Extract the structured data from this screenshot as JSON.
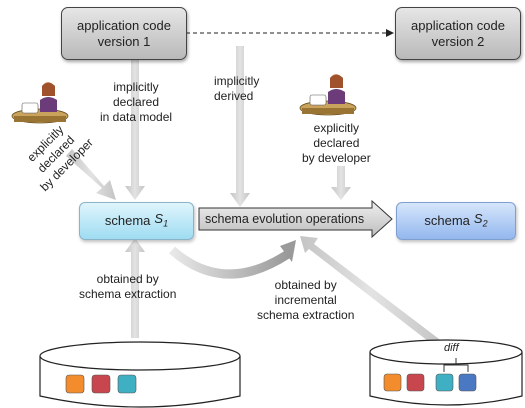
{
  "nodes": {
    "app_v1": {
      "line1": "application code",
      "line2": "version 1"
    },
    "app_v2": {
      "line1": "application code",
      "line2": "version 2"
    },
    "schema1": {
      "word": "schema",
      "symbol": "S",
      "subscript": "1"
    },
    "schema2": {
      "word": "schema",
      "symbol": "S",
      "subscript": "2"
    },
    "evolution_ops": "schema evolution operations"
  },
  "labels": {
    "explicit_left": [
      "explicitly",
      "declared",
      "by developer"
    ],
    "implicit_declared": [
      "implicitly",
      "declared",
      "in data model"
    ],
    "implicit_derived": [
      "implicitly",
      "derived"
    ],
    "explicit_right": [
      "explicitly",
      "declared",
      "by developer"
    ],
    "obtained_extraction": [
      "obtained by",
      "schema extraction"
    ],
    "obtained_incremental": [
      "obtained by",
      "incremental",
      "schema extraction"
    ],
    "diff": "diff"
  },
  "colors": {
    "orange": "#f28c2c",
    "red": "#c8474f",
    "teal": "#3fb0c4",
    "blue": "#4a78c2"
  }
}
